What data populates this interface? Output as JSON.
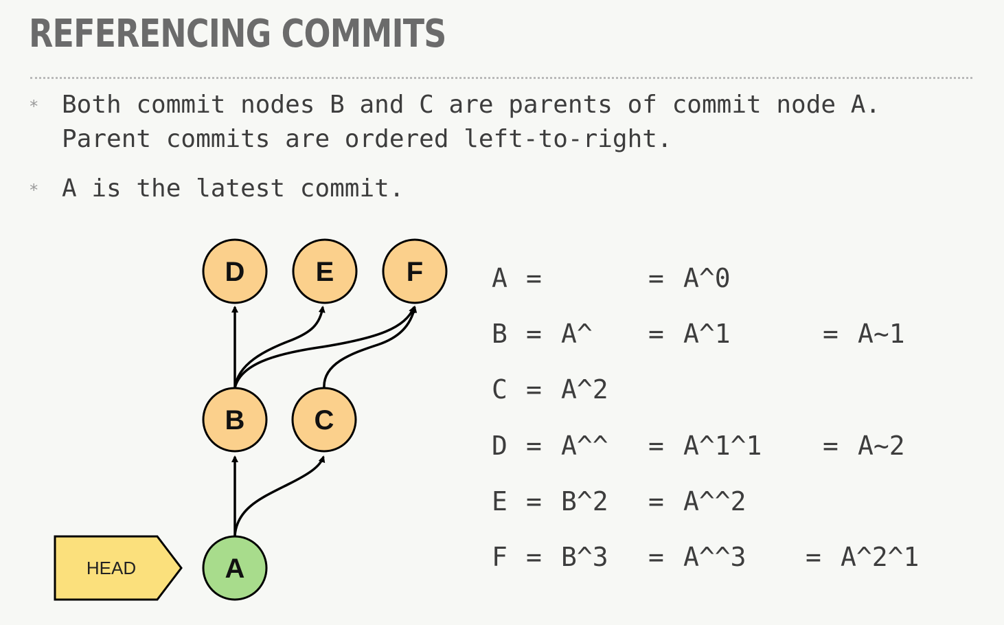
{
  "title": "REFERENCING COMMITS",
  "bullets": [
    {
      "lines": [
        "Both commit nodes B and C are parents of commit node A.",
        "Parent commits are ordered left-to-right."
      ]
    },
    {
      "lines": [
        "A is the latest commit."
      ]
    }
  ],
  "bullet_marker": "*",
  "colors": {
    "commit_fill": "#fbd08c",
    "head_commit_fill": "#a8dc8c",
    "head_pointer_fill": "#fbe07c",
    "edge": "#000000"
  },
  "diagram": {
    "head_label": "HEAD",
    "nodes": {
      "A": "A",
      "B": "B",
      "C": "C",
      "D": "D",
      "E": "E",
      "F": "F"
    },
    "edges": [
      {
        "from": "A",
        "to": "B"
      },
      {
        "from": "A",
        "to": "C"
      },
      {
        "from": "B",
        "to": "D"
      },
      {
        "from": "B",
        "to": "E"
      },
      {
        "from": "B",
        "to": "F"
      },
      {
        "from": "C",
        "to": "F"
      }
    ]
  },
  "references": [
    {
      "lhs": "A",
      "eq1": "=",
      "expr1": "",
      "eq2": "=",
      "expr2": "A^0",
      "eq3": "",
      "expr3": ""
    },
    {
      "lhs": "B",
      "eq1": "=",
      "expr1": "A^",
      "eq2": "=",
      "expr2": "A^1",
      "eq3": "=",
      "expr3": "A~1"
    },
    {
      "lhs": "C",
      "eq1": "=",
      "expr1": "A^2",
      "eq2": "",
      "expr2": "",
      "eq3": "",
      "expr3": ""
    },
    {
      "lhs": "D",
      "eq1": "=",
      "expr1": "A^^",
      "eq2": "=",
      "expr2": "A^1^1",
      "eq3": "=",
      "expr3": "A~2"
    },
    {
      "lhs": "E",
      "eq1": "=",
      "expr1": "B^2",
      "eq2": "=",
      "expr2": "A^^2",
      "eq3": "",
      "expr3": ""
    },
    {
      "lhs": "F",
      "eq1": "=",
      "expr1": "B^3",
      "eq2": "=",
      "expr2": "A^^3",
      "eq3": "=",
      "expr3": "A^2^1"
    }
  ]
}
